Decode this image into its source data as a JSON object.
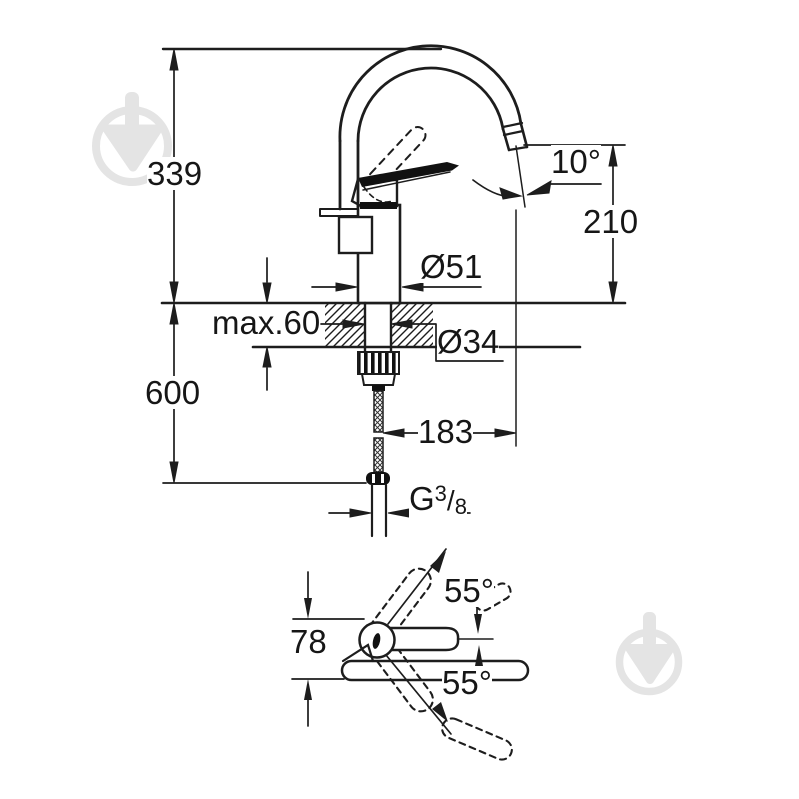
{
  "drawing": {
    "title": "faucet-dimension-drawing",
    "labels": {
      "spout_height": "339",
      "outlet_angle": "10°",
      "outlet_height": "210",
      "body_diameter": "Ø51",
      "counter_thickness": "max.60",
      "hose_length": "600",
      "spout_projection": "183",
      "shank_diameter": "Ø34",
      "body_width": "78",
      "swivel_angle_upper": "55°",
      "swivel_angle_lower": "55°",
      "thread": {
        "prefix": "G",
        "numerator": "3",
        "slash": "/",
        "denominator": "8"
      }
    },
    "colors": {
      "line": "#1d1d1d",
      "watermark": "#e4e4e4",
      "background": "#ffffff"
    }
  }
}
